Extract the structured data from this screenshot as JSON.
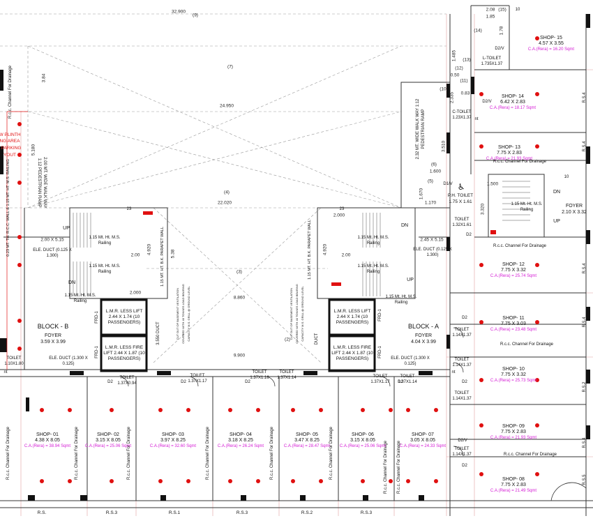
{
  "dimensions": {
    "top_9": "32.900",
    "top_9_num": "(9)",
    "d7": "(7)",
    "d24950": "24.950",
    "d4": "(4)",
    "d22020": "22.020",
    "d3": "(3)",
    "d8860": "8.860",
    "d2": "(2)",
    "d9900": "9.900",
    "d384": "3.84",
    "d5180": "5.180",
    "d208": "2.08",
    "d15": "(15)",
    "d185": "1.85",
    "d14": "(14)",
    "d178": "1.78",
    "d13": "(13)",
    "d1485": "1.485",
    "d12": "(12)",
    "d11": "(11)",
    "d050": "0.50",
    "d10": "(10)",
    "d2335": "2.335",
    "d083": "0.83",
    "d3510": "3.510",
    "d6": "(6)",
    "d1600": "1.600",
    "d5": "(5)",
    "d1670": "1.670",
    "d1170": "1.170",
    "d1500": "1.500",
    "d3320": "3.320",
    "d4920a": "4.920",
    "d4920b": "4.920",
    "d200a": "2.00",
    "d200b": "2.00",
    "d2000a": "2.000",
    "d2000b": "2.000",
    "d538": "5.38",
    "d3550": "3.550",
    "d245x515": "2.45 X 5.15",
    "d200x515": "2.00 X 5.15"
  },
  "labels": {
    "rcc_channel_top": "R.c.c. Channel For Drainage",
    "plinth": "W PLINTH",
    "parking_area": "NG AREA",
    "parking": "PARKING",
    "layout": "YOUT",
    "rcc_wall": "0.23 MT. TH. R.C.C. WALL & 1.15 MT. HT. M.S. RAILING",
    "walkway_left": "2.00 MT. WIDE WALK WAY 1:12 PEDESTRIAN RAMP",
    "walkway_right": "2.32 MT. WIDE WALK WAY 1:12 PEDESTRIAN RAMP",
    "parapet_left": "1.15 MT. HT. B.K. PARAPET WALL",
    "parapet_right": "1.15 MT. HT. B.K. PARAPET WALL",
    "cutout_left": "CUT OUT OF BASEMENT VENTILATION COVERED WITH 40 TONNES LOAD BEARING CAPACITY M.S. GRILL @ GROUND LEVEL",
    "cutout_right": "CUT OUT OF BASEMENT VENTILATION COVERED WITH 40 TONNES LOAD BEARING CAPACITY M.S. GRILL @ GROUND LEVEL",
    "railing": "1.15 Mt. Ht. M.S. Railing",
    "up": "UP",
    "dn": "DN",
    "ele_duct_left": "ELE. DUCT (0.125 X 1.300)",
    "ele_duct_right": "ELE. DUCT (0.125 X 1.300)",
    "ele_duct_b": "ELE. DUCT (1.300 X 0.125)",
    "ele_duct_a": "ELE. DUCT (1.300 X 0.125)",
    "duct": "DUCT",
    "duct_left": "3.550 DUCT",
    "lmr_lift_b": "L.M.R. LESS LIFT 2.44 X 1.74 (10 PASSENGERS)",
    "fire_lift_b": "L.M.R. LESS FIRE LIFT 2.44 X 1.87 (10 PASSENGERS)",
    "lmr_lift_a": "L.M.R. LESS LIFT 2.44 X 1.74 (10 PASSENGERS)",
    "fire_lift_a": "L.M.R. LESS FIRE LIFT 2.44 X 1.87 (10 PASSENGERS)",
    "block_b": "BLOCK - B",
    "foyer_b": "FOYER",
    "foyer_b_size": "3.59 X 3.99",
    "block_a": "BLOCK - A",
    "foyer_a": "FOYER",
    "foyer_a_size": "4.04 X 3.99",
    "foyer_right": "FOYER",
    "foyer_right_size": "2.10 X 3.32",
    "frd1": "FRD-1",
    "ph_toilet": "P.H. TOILET",
    "ph_toilet_size": "1.75 X 1.61",
    "toilet_132": "TOILET 1.32X1.61",
    "rcc_drain": "R.c.c. Channel For Drainage",
    "rcc_drain_vert": "R.c.c. Channel For Drainage",
    "rs": "R.S.",
    "rs3": "R.S.3",
    "rs1": "R.S.1",
    "rs2": "R.S.2",
    "rs4": "R.S.4",
    "rs5": "R.S.5",
    "toilet_110": "TOILET 1.10X1.80",
    "toilet_137": "TOILET 1.37X0.94",
    "toilet_137b": "TOILET 1.37X1.17",
    "toilet_137c": "TOILET 1.37X1.16",
    "toilet_137d": "TOILET 1.37X1.14",
    "toilet_137e": "TOILET 1.37X1.17",
    "toilet_137f": "TOILET 1.37X1.14",
    "toilet_r1": "TOILET 1.14X1.37",
    "toilet_r2": "TOILET 1.14X1.37",
    "toilet_r3": "TOILET 1.14X1.37",
    "toilet_r4": "TOILET 1.14X1.37",
    "c_toilet": "C-TOILET 1.23X1.37",
    "l_toilet": "L-TOILET 1.735X1.37",
    "d2": "D2",
    "d2v": "D2/V",
    "nt": "nt",
    "d1v": "D1/V",
    "ten": "10",
    "twentythree": "23"
  },
  "shops": [
    {
      "name": "SHOP- 01",
      "size": "4.38 X 8.05",
      "ca": "C.A.(Rera) = 38.94 Sqmt"
    },
    {
      "name": "SHOP- 02",
      "size": "3.15 X 8.05",
      "ca": "C.A.(Rera) = 25.06 Sqmt"
    },
    {
      "name": "SHOP- 03",
      "size": "3.97 X 8.25",
      "ca": "C.A.(Rera) = 32.60 Sqmt"
    },
    {
      "name": "SHOP- 04",
      "size": "3.18 X 8.25",
      "ca": "C.A.(Rera) = 26.24 Sqmt"
    },
    {
      "name": "SHOP- 05",
      "size": "3.47 X 8.25",
      "ca": "C.A.(Rera) = 28.47 Sqmt"
    },
    {
      "name": "SHOP- 06",
      "size": "3.15 X 8.05",
      "ca": "C.A.(Rera) = 25.06 Sqmt"
    },
    {
      "name": "SHOP- 07",
      "size": "3.05 X 8.05",
      "ca": "C.A.(Rera) = 24.33 Sqmt"
    },
    {
      "name": "SHOP- 08",
      "size": "7.75 X 2.83",
      "ca": "C.A.(Rera) = 21.49 Sqmt"
    },
    {
      "name": "SHOP- 09",
      "size": "7.75 X 2.83",
      "ca": "C.A.(Rera) = 21.93 Sqmt"
    },
    {
      "name": "SHOP- 10",
      "size": "7.75 X 3.32",
      "ca": "C.A.(Rera) = 25.73 Sqmt"
    },
    {
      "name": "SHOP- 11",
      "size": "7.75 X 3.03",
      "ca": "C.A.(Rera) = 23.48 Sqmt"
    },
    {
      "name": "SHOP- 12",
      "size": "7.75 X 3.32",
      "ca": "C.A.(Rera) = 25.74 Sqmt"
    },
    {
      "name": "SHOP- 13",
      "size": "7.75 X 2.83",
      "ca": "C.A.(Rera) = 21.93 Sqmt"
    },
    {
      "name": "SHOP- 14",
      "size": "6.42 X 2.83",
      "ca": "C.A.(Rera) = 18.17 Sqmt"
    },
    {
      "name": "SHOP- 15",
      "size": "4.57 X 3.55",
      "ca": "C.A.(Rera) = 16.20 Sqmt"
    }
  ]
}
